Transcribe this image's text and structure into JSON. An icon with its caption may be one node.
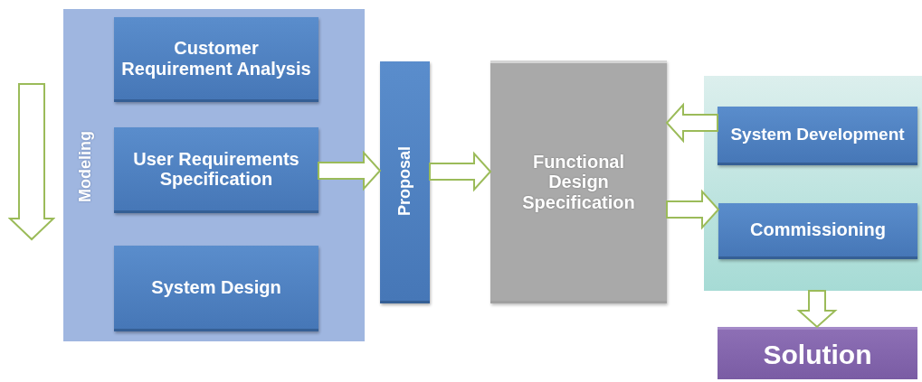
{
  "diagram": {
    "nodes": [
      {
        "text": [
          "Modeling"
        ]
      },
      {
        "text": [
          "Customer Requirement Analysis"
        ],
        "in": 0
      },
      {
        "text": [
          "User Requirements Specification"
        ],
        "in": 0
      },
      {
        "text": [
          "System Design"
        ],
        "in": 0
      },
      {
        "text": [
          "Proposal"
        ]
      },
      {
        "text": [
          "Functional Design Specification"
        ]
      },
      {
        "text": [],
        "shape": "box"
      },
      {
        "text": [
          "System Development"
        ],
        "in": 6
      },
      {
        "text": [
          "Commissioning"
        ],
        "in": 6
      },
      {
        "text": [
          "Solution"
        ]
      }
    ],
    "edges": [
      {
        "from": 2,
        "to": 4,
        "arrow": "to"
      },
      {
        "from": 4,
        "to": 5,
        "arrow": "to"
      },
      {
        "from": 7,
        "to": 5,
        "arrow": "to"
      },
      {
        "from": 5,
        "to": 8,
        "arrow": "to"
      },
      {
        "from": 6,
        "to": 9,
        "arrow": "to"
      }
    ]
  }
}
